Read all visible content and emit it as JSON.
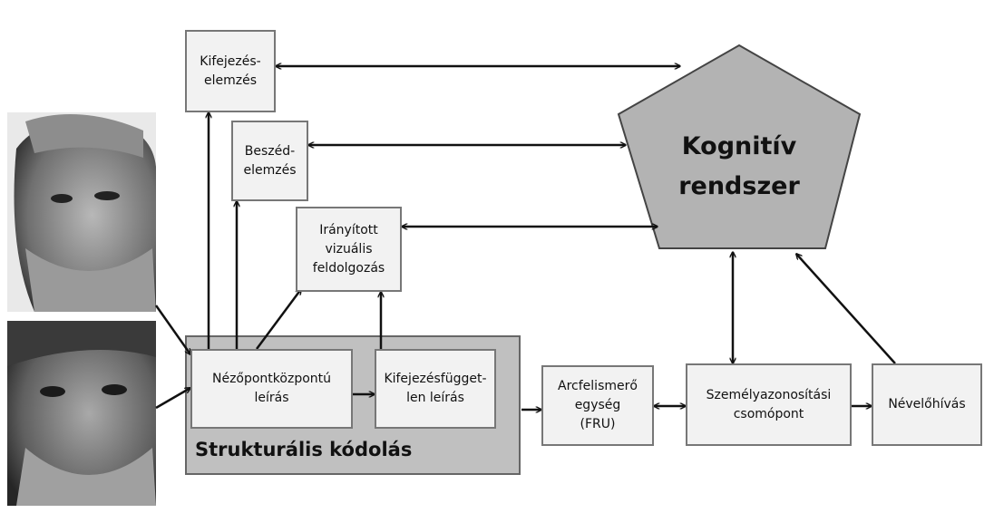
{
  "nodes": {
    "expression_analysis": "Kifejezés-\nelemzés",
    "speech_analysis": "Beszéd-\nelemzés",
    "directed_visual": "Irányított\nvizuális\nfeldolgozás",
    "viewpoint": "Nézőpontközpontú\nleírás",
    "expression_independent": "Kifejezésfügget-\nlen leírás",
    "fru": "Arcfelismerő\negység\n(FRU)",
    "pin": "Személyazonosítási\ncsomópont",
    "name": "Névelőhívás",
    "cognitive": "Kognitív\nrendszer"
  },
  "group": {
    "label": "Strukturális kódolás"
  },
  "photos": [
    "face-photo-top",
    "face-photo-bottom"
  ],
  "colors": {
    "box_fill": "#f2f2f2",
    "group_fill": "#c0c0c0",
    "pentagon_fill": "#b3b3b3",
    "line": "#111111"
  }
}
